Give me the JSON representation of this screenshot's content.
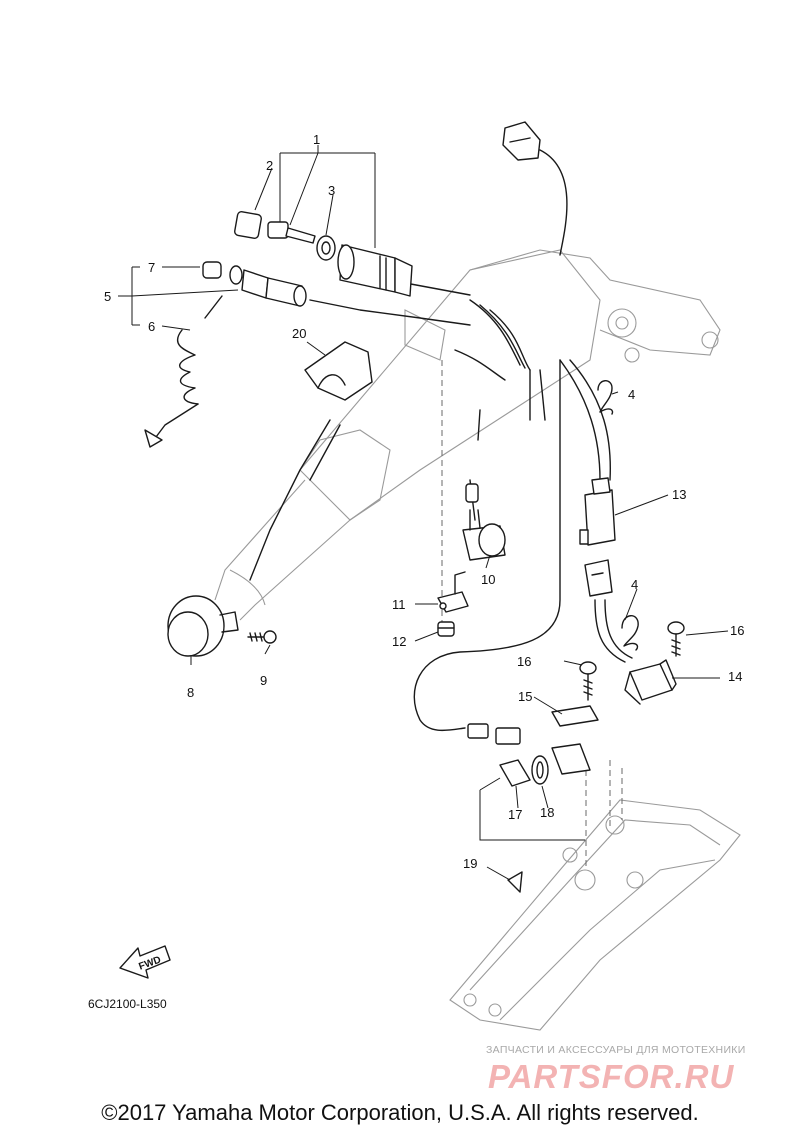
{
  "diagram": {
    "callouts": [
      "1",
      "2",
      "3",
      "4",
      "4",
      "5",
      "6",
      "7",
      "8",
      "9",
      "10",
      "11",
      "12",
      "13",
      "14",
      "15",
      "16",
      "16",
      "17",
      "18",
      "19",
      "20"
    ],
    "drawing_code": "6CJ2100-L350",
    "fwd_label": "FWD"
  },
  "watermark": {
    "subtitle": "ЗАПЧАСТИ И АКСЕССУАРЫ ДЛЯ МОТОТЕХНИКИ",
    "brand": "PARTSFOR.RU"
  },
  "footer": {
    "copyright": "©2017 Yamaha Motor Corporation, U.S.A. All rights reserved."
  },
  "colors": {
    "line": "#1a1a1a",
    "watermark_brand": "#f3b3b3",
    "watermark_text": "#a8a8a8"
  }
}
